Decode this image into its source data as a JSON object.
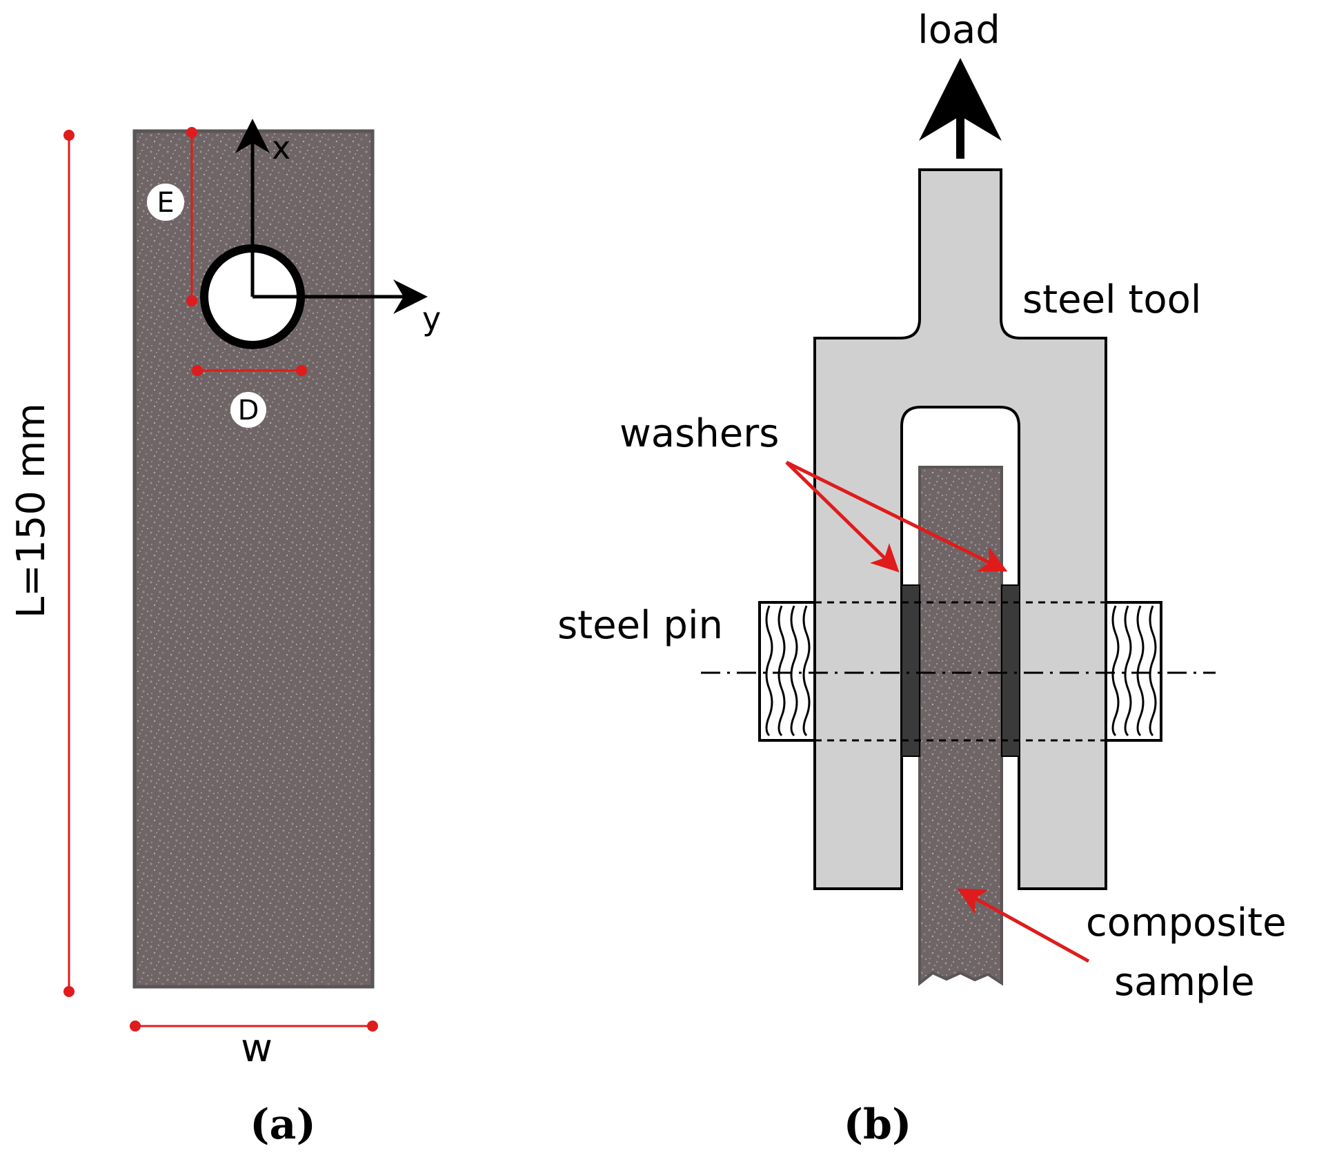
{
  "panel_a": {
    "length_label": "L=150 mm",
    "width_label": "w",
    "edge_label": "E",
    "diameter_label": "D",
    "axis_x_label": "x",
    "axis_y_label": "y",
    "caption_letter": "a"
  },
  "panel_b": {
    "load_label": "load",
    "steel_tool_label": "steel tool",
    "washers_label": "washers",
    "steel_pin_label": "steel pin",
    "composite_label_line1": "composite",
    "composite_label_line2": "sample",
    "caption_letter": "b"
  },
  "colors": {
    "sample": "#6f6566",
    "tool": "#d0d0d0",
    "washer": "#3a3a3a",
    "annotation": "#e01b1b"
  }
}
